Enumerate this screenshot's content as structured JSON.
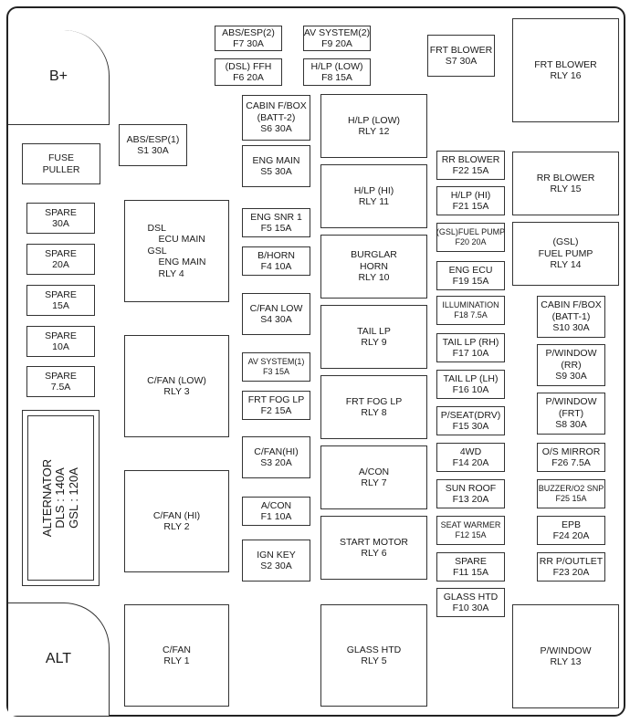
{
  "terminals": {
    "b_plus": "B+",
    "alt": "ALT"
  },
  "alternator": {
    "line1": "ALTERNATOR",
    "line2": "DLS : 140A",
    "line3": "GSL : 120A"
  },
  "fuse_puller": [
    "FUSE",
    "PULLER"
  ],
  "spares": [
    [
      "SPARE",
      "30A"
    ],
    [
      "SPARE",
      "20A"
    ],
    [
      "SPARE",
      "15A"
    ],
    [
      "SPARE",
      "10A"
    ],
    [
      "SPARE",
      "7.5A"
    ]
  ],
  "top_fuses": {
    "abs_esp2": [
      "ABS/ESP(2)",
      "F7 30A"
    ],
    "av_system2": [
      "AV SYSTEM(2)",
      "F9 20A"
    ],
    "dsl_ffh": [
      "(DSL) FFH",
      "F6 20A"
    ],
    "hlp_low_fuse": [
      "H/LP (LOW)",
      "F8 15A"
    ],
    "frt_blower_fuse": [
      "FRT BLOWER",
      "S7 30A"
    ],
    "abs_esp1": [
      "ABS/ESP(1)",
      "S1 30A"
    ]
  },
  "left_relays": {
    "ecu_main": [
      "DSL",
      "ECU MAIN",
      "GSL",
      "ENG MAIN",
      "RLY 4"
    ],
    "cfan_low": [
      "C/FAN (LOW)",
      "RLY 3"
    ],
    "cfan_hi": [
      "C/FAN (HI)",
      "RLY 2"
    ],
    "cfan": [
      "C/FAN",
      "RLY 1"
    ]
  },
  "col3": [
    [
      "CABIN F/BOX",
      "(BATT-2)",
      "S6 30A"
    ],
    [
      "ENG MAIN",
      "S5 30A"
    ],
    [
      "ENG SNR 1",
      "F5 15A"
    ],
    [
      "B/HORN",
      "F4 10A"
    ],
    [
      "C/FAN LOW",
      "S4 30A"
    ],
    [
      "AV SYSTEM(1)",
      "F3 15A"
    ],
    [
      "FRT FOG LP",
      "F2 15A"
    ],
    [
      "C/FAN(HI)",
      "S3 20A"
    ],
    [
      "A/CON",
      "F1 10A"
    ],
    [
      "IGN KEY",
      "S2 30A"
    ]
  ],
  "col4": [
    [
      "H/LP (LOW)",
      "RLY 12"
    ],
    [
      "H/LP (HI)",
      "RLY 11"
    ],
    [
      "BURGLAR",
      "HORN",
      "RLY 10"
    ],
    [
      "TAIL LP",
      "RLY 9"
    ],
    [
      "FRT FOG LP",
      "RLY 8"
    ],
    [
      "A/CON",
      "RLY 7"
    ],
    [
      "START MOTOR",
      "RLY 6"
    ],
    [
      "GLASS HTD",
      "RLY 5"
    ]
  ],
  "col5": [
    [
      "RR BLOWER",
      "F22 15A"
    ],
    [
      "H/LP (HI)",
      "F21 15A"
    ],
    [
      "(GSL)FUEL PUMP",
      "F20 20A"
    ],
    [
      "ENG ECU",
      "F19 15A"
    ],
    [
      "ILLUMINATION",
      "F18 7.5A"
    ],
    [
      "TAIL LP (RH)",
      "F17 10A"
    ],
    [
      "TAIL LP (LH)",
      "F16 10A"
    ],
    [
      "P/SEAT(DRV)",
      "F15 30A"
    ],
    [
      "4WD",
      "F14 20A"
    ],
    [
      "SUN ROOF",
      "F13 20A"
    ],
    [
      "SEAT WARMER",
      "F12 15A"
    ],
    [
      "SPARE",
      "F11 15A"
    ],
    [
      "GLASS HTD",
      "F10 30A"
    ]
  ],
  "col6_relays": {
    "frt_blower": [
      "FRT BLOWER",
      "RLY 16"
    ],
    "rr_blower": [
      "RR BLOWER",
      "RLY 15"
    ],
    "fuel_pump": [
      "(GSL)",
      "FUEL PUMP",
      "RLY 14"
    ],
    "p_window": [
      "P/WINDOW",
      "RLY 13"
    ]
  },
  "col6": [
    [
      "CABIN F/BOX",
      "(BATT-1)",
      "S10 30A"
    ],
    [
      "P/WINDOW",
      "(RR)",
      "S9 30A"
    ],
    [
      "P/WINDOW",
      "(FRT)",
      "S8 30A"
    ],
    [
      "O/S MIRROR",
      "F26 7.5A"
    ],
    [
      "BUZZER/O2 SNP",
      "F25 15A"
    ],
    [
      "EPB",
      "F24 20A"
    ],
    [
      "RR P/OUTLET",
      "F23 20A"
    ]
  ]
}
